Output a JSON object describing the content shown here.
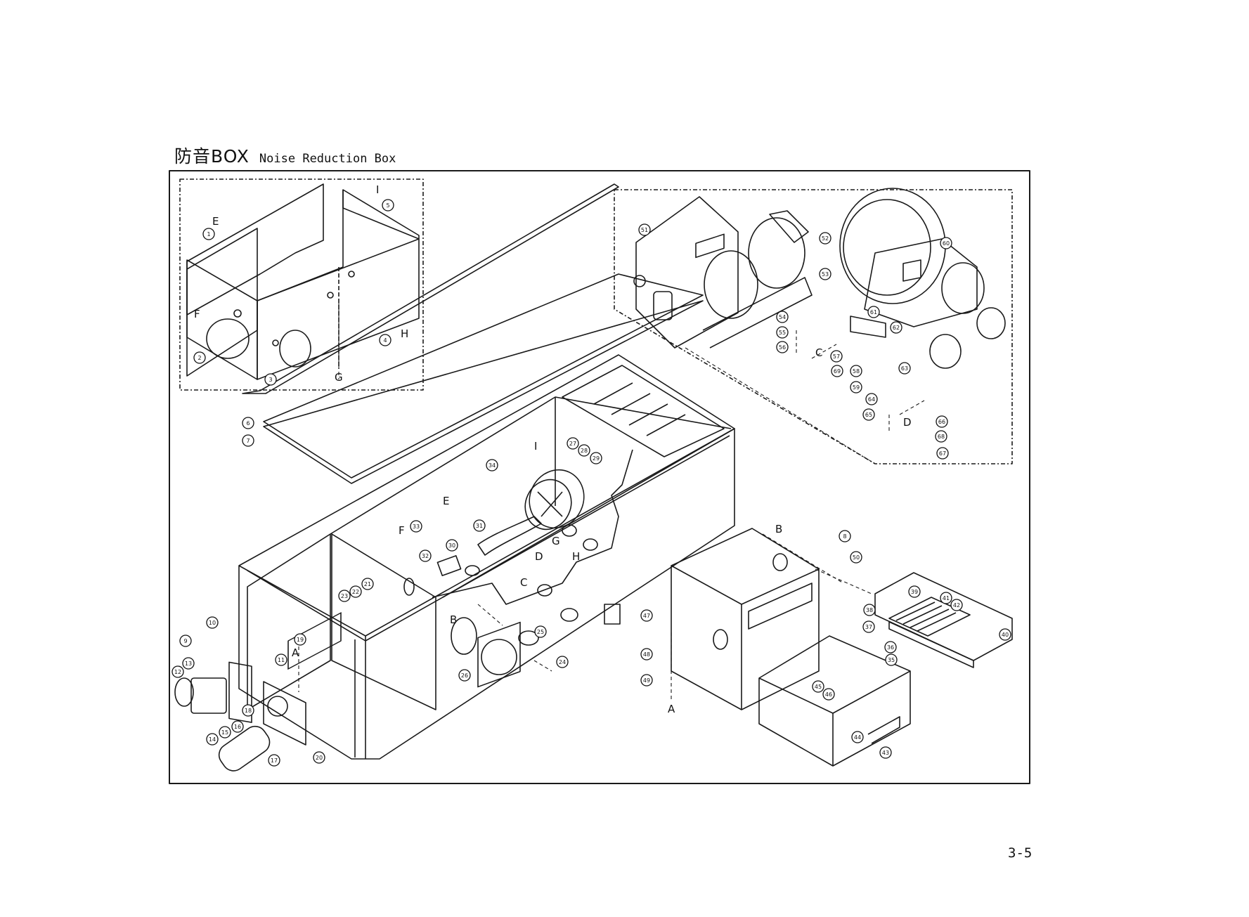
{
  "header": {
    "title_jp": "防音BOX",
    "title_en": "Noise Reduction Box"
  },
  "footer": {
    "page_number": "3-5"
  },
  "detail_letters": [
    "A",
    "B",
    "C",
    "D",
    "E",
    "F",
    "G",
    "H",
    "I"
  ],
  "part_numbers": [
    "1",
    "2",
    "3",
    "4",
    "5",
    "6",
    "7",
    "8",
    "9",
    "10",
    "11",
    "12",
    "13",
    "14",
    "15",
    "16",
    "17",
    "18",
    "19",
    "20",
    "21",
    "22",
    "23",
    "24",
    "25",
    "26",
    "27",
    "28",
    "29",
    "30",
    "31",
    "32",
    "33",
    "34",
    "35",
    "36",
    "37",
    "38",
    "39",
    "40",
    "41",
    "42",
    "43",
    "44",
    "45",
    "46",
    "47",
    "48",
    "49",
    "50",
    "51",
    "52",
    "53",
    "54",
    "55",
    "56",
    "57",
    "58",
    "59",
    "60",
    "61",
    "62",
    "63",
    "64",
    "65",
    "66",
    "67",
    "68",
    "69"
  ],
  "colors": {
    "line": "#1a1a1a",
    "background": "#ffffff"
  }
}
